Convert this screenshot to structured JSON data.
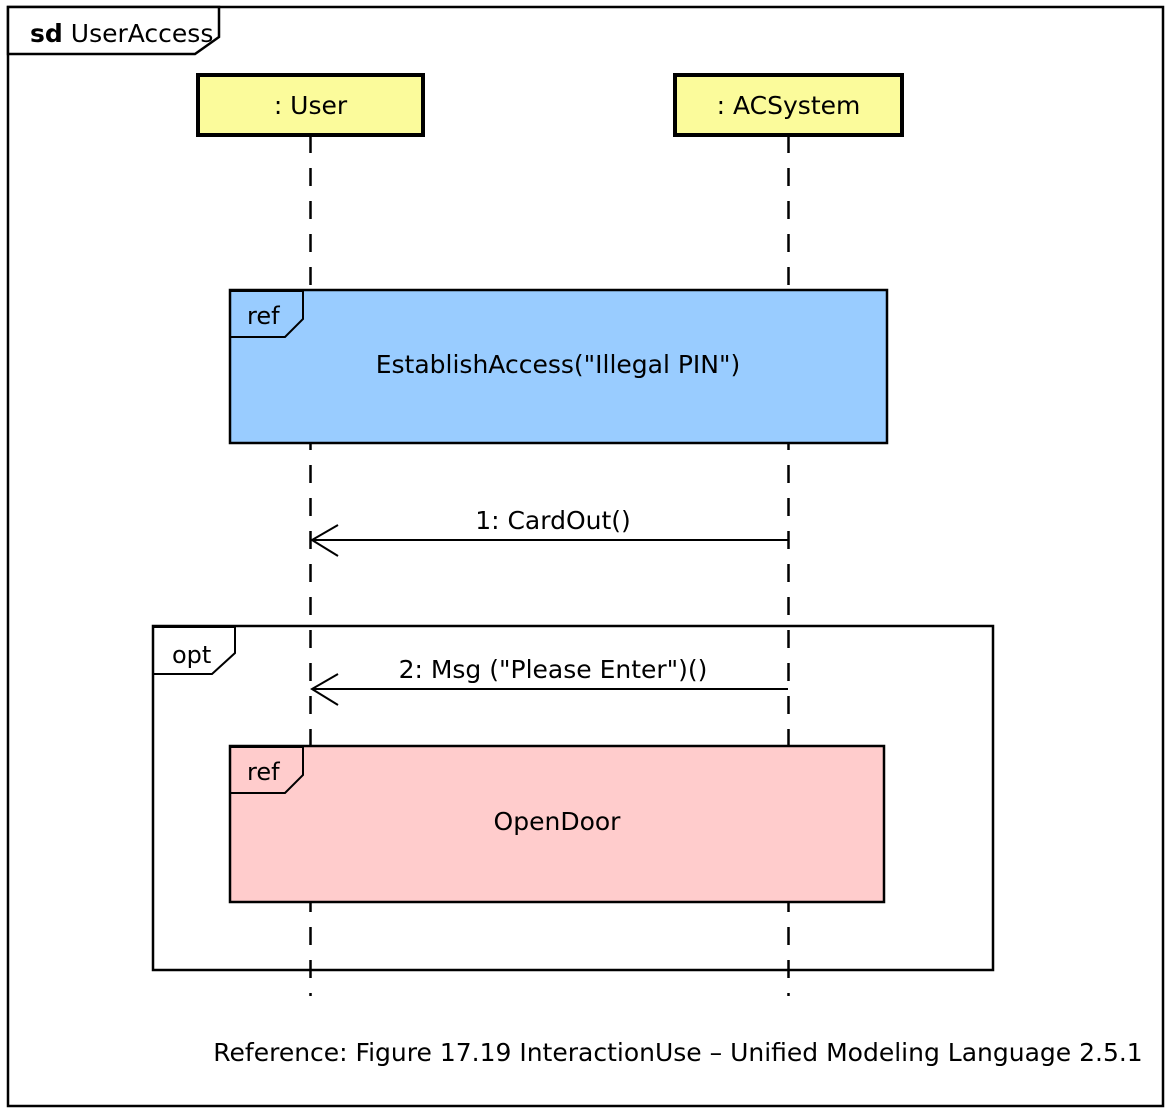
{
  "frame": {
    "keyword": "sd",
    "name": "UserAccess"
  },
  "lifelines": [
    {
      "label": ": User",
      "fill": "#FBFB9B"
    },
    {
      "label": ": ACSystem",
      "fill": "#FBFB9B"
    }
  ],
  "fragments": {
    "ref_establish": {
      "keyword": "ref",
      "label": "EstablishAccess(\"Illegal PIN\")",
      "fill": "#99CCFF"
    },
    "opt": {
      "keyword": "opt"
    },
    "ref_opendoor": {
      "keyword": "ref",
      "label": "OpenDoor",
      "fill": "#FFCCCC"
    }
  },
  "messages": [
    {
      "label": "1: CardOut()"
    },
    {
      "label": "2: Msg (\"Please Enter\")()"
    }
  ],
  "footer": {
    "reference": "Reference: Figure 17.19 InteractionUse – Unified Modeling Language 2.5.1"
  },
  "colors": {
    "stroke": "#000000",
    "background": "#FFFFFF",
    "lifeline_head": "#FBFB9B",
    "ref_blue": "#99CCFF",
    "ref_pink": "#FFCCCC"
  }
}
